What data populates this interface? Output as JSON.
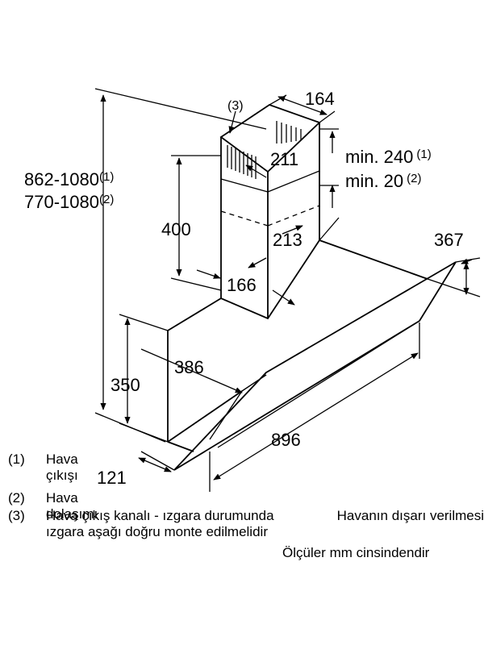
{
  "dimensions": {
    "total_height_1": "862-1080",
    "total_height_1_ref": "(1)",
    "total_height_2": "770-1080",
    "total_height_2_ref": "(2)",
    "chimney_height": "400",
    "canopy_height": "350",
    "chimney_width_top": "164",
    "chimney_depth_top": "211",
    "chimney_depth_mid": "213",
    "chimney_width_low": "166",
    "min_240": "min. 240",
    "min_240_ref": "(1)",
    "min_20": "min. 20",
    "min_20_ref": "(2)",
    "glass_depth": "367",
    "body_depth": "386",
    "width": "896",
    "bottom_offset": "121",
    "grille_ref": "(3)"
  },
  "legend": [
    {
      "num": "(1)",
      "text": "Hava çıkışı"
    },
    {
      "num": "(2)",
      "text": "Hava dolaşımı"
    },
    {
      "num": "(3)",
      "text": "Hava çıkış kanalı - ızgara durumunda ızgara aşağı doğru monte edilmelidir"
    }
  ],
  "note_exhaust": "Havanın dışarı verilmesi",
  "units_note": "Ölçüler mm cinsindendir"
}
